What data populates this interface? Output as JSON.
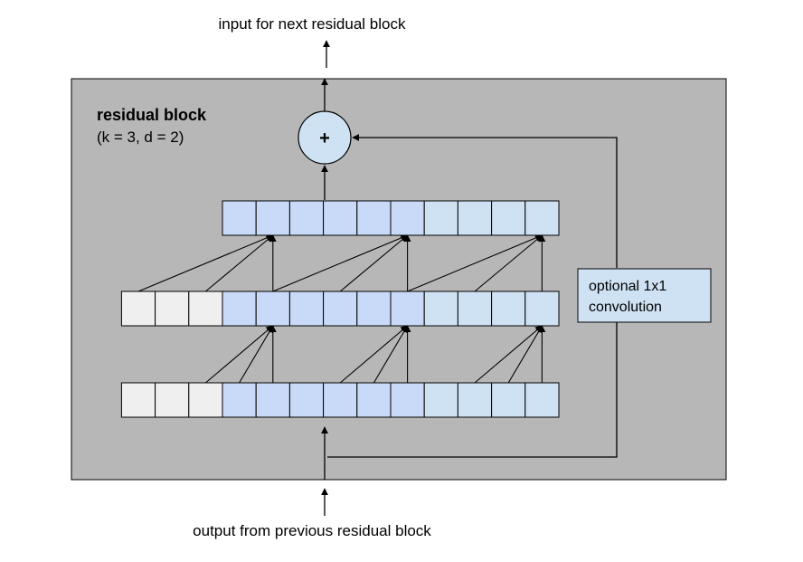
{
  "labels": {
    "top": "input for next residual block",
    "bottom": "output from previous residual block",
    "block_title": "residual block",
    "block_params": "(k = 3, d = 2)",
    "plus": "+",
    "conv_line1": "optional 1x1",
    "conv_line2": "convolution"
  },
  "colors": {
    "background": "#ffffff",
    "block_fill": "#b7b7b7",
    "padding_cell": "#efefef",
    "blue_cell": "#c9daf8",
    "light_blue_cell": "#cfe2f3",
    "stroke": "#000000"
  },
  "layers": [
    {
      "name": "input-layer",
      "cells": [
        "pad",
        "pad",
        "pad",
        "blue",
        "blue",
        "blue",
        "blue",
        "blue",
        "blue",
        "light",
        "light",
        "light",
        "light"
      ]
    },
    {
      "name": "hidden-layer",
      "cells": [
        "pad",
        "pad",
        "pad",
        "blue",
        "blue",
        "blue",
        "blue",
        "blue",
        "blue",
        "light",
        "light",
        "light",
        "light"
      ]
    },
    {
      "name": "output-layer",
      "cells": [
        "blue",
        "blue",
        "blue",
        "blue",
        "blue",
        "blue",
        "light",
        "light",
        "light",
        "light"
      ]
    }
  ]
}
